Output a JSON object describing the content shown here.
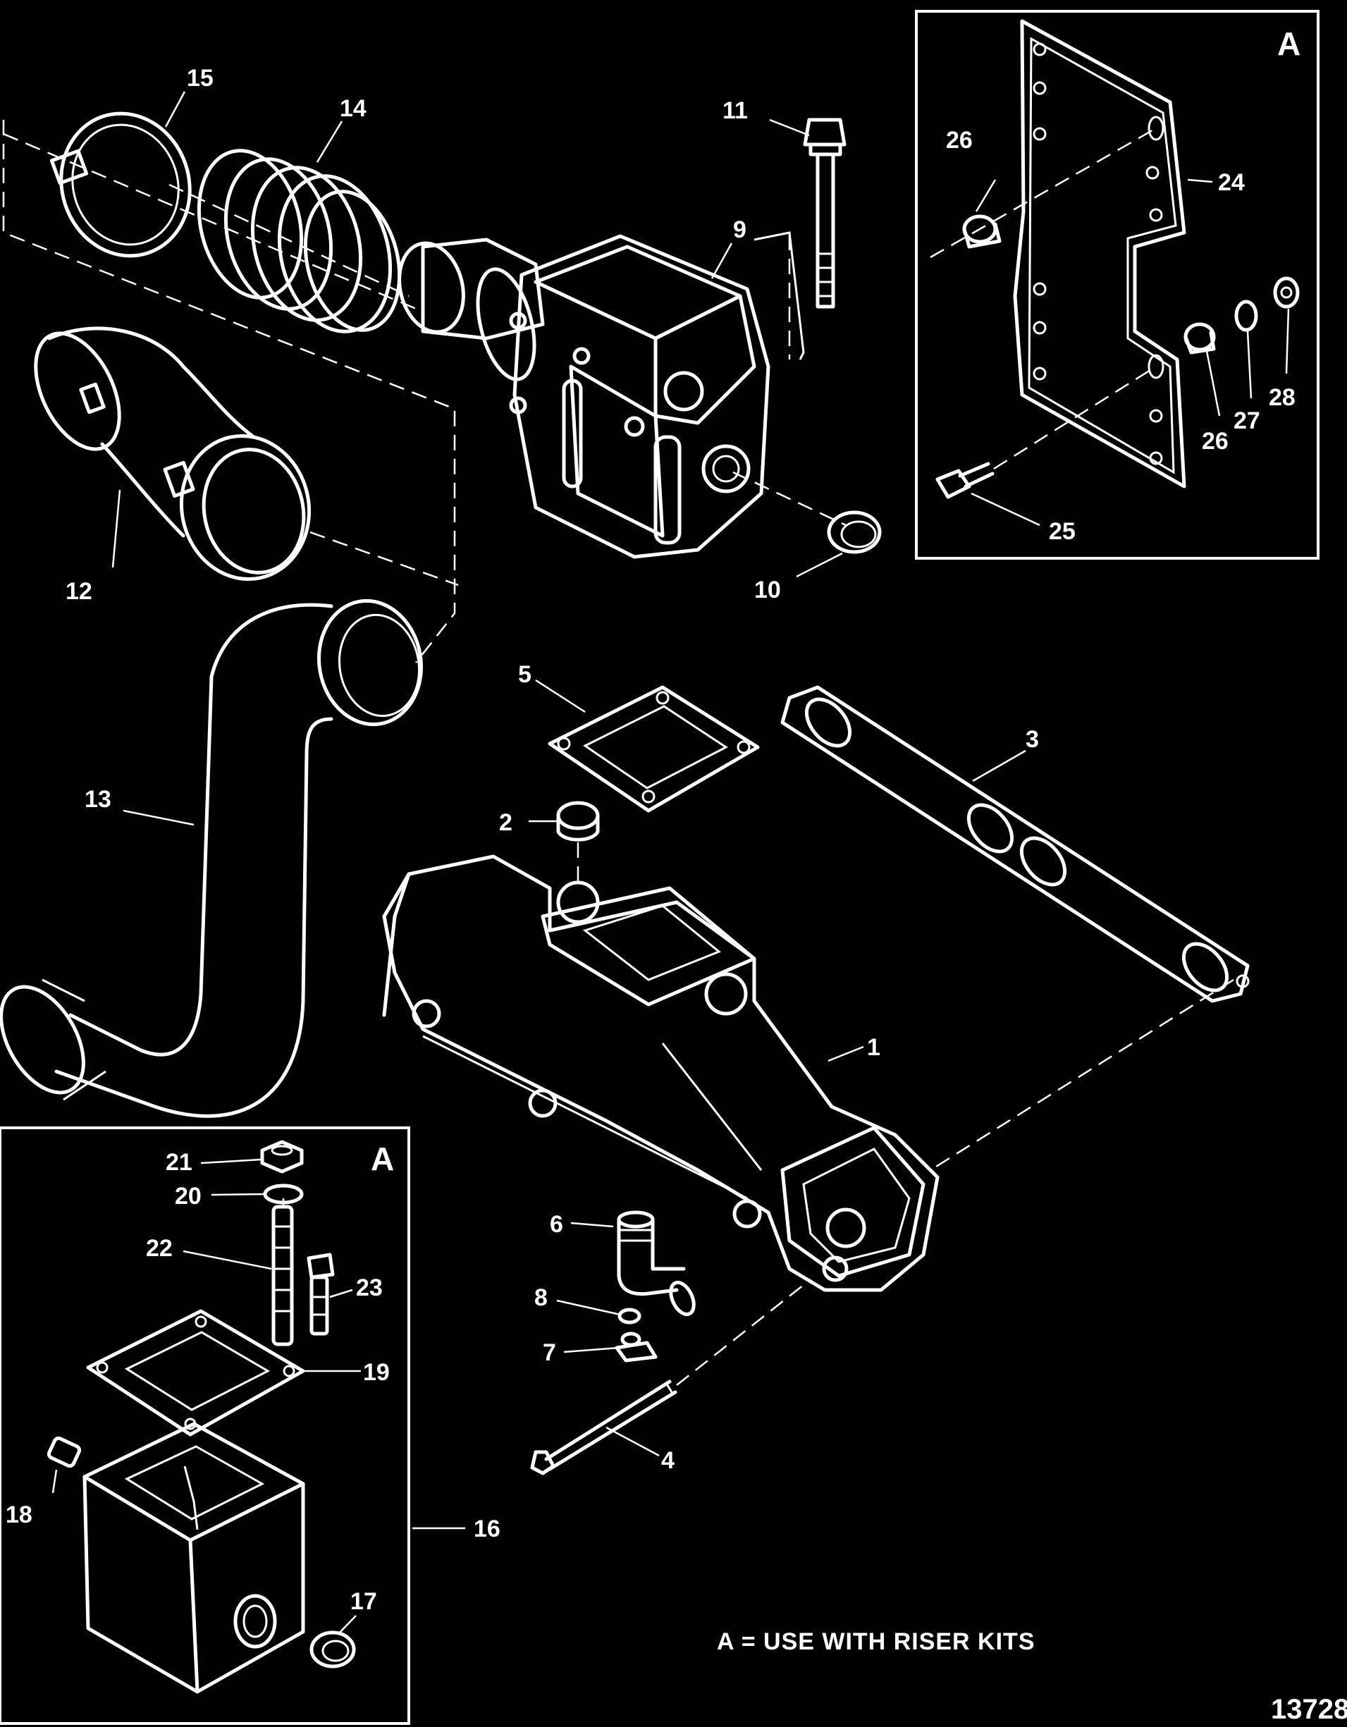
{
  "diagram": {
    "inset_top_letter": "A",
    "inset_bottom_letter": "A",
    "note": "A = USE WITH RISER KITS",
    "drawing_number": "13728",
    "callouts": [
      "1",
      "2",
      "3",
      "4",
      "5",
      "6",
      "7",
      "8",
      "9",
      "10",
      "11",
      "12",
      "13",
      "14",
      "15",
      "16",
      "17",
      "18",
      "19",
      "20",
      "21",
      "22",
      "23",
      "24",
      "25",
      "26",
      "26",
      "27",
      "28"
    ]
  }
}
